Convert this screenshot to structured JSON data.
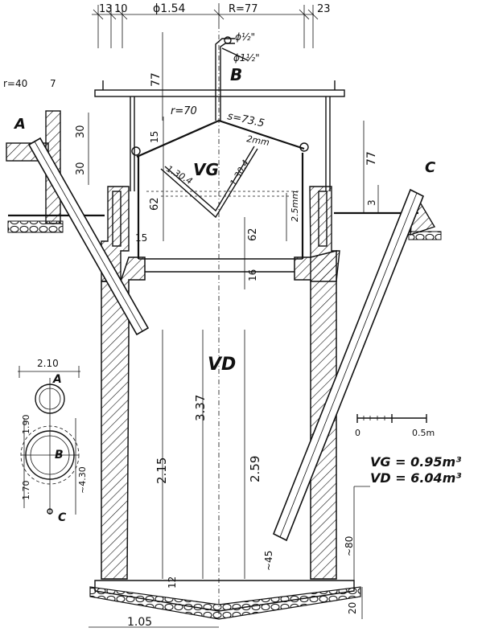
{
  "dimensions": {
    "top_13": "13",
    "top_10": "10",
    "diameter": "ϕ1.54",
    "radius": "R=77",
    "top_23": "23",
    "pipe_small": "ϕ½\"",
    "pipe_large": "ϕ1½\"",
    "r40": "r=40",
    "r7": "7",
    "d30a": "30",
    "d30b": "30",
    "d77_left": "77",
    "r70": "r=70",
    "s735": "s=73.5",
    "d15a": "15",
    "d2mm": "2mm",
    "d130_4a": "1.30.4",
    "d130_4b": "1.30.4",
    "d62a": "62",
    "d25mm": "2.5mm",
    "d15b": "15",
    "d62b": "62",
    "d16": "16",
    "d77_right": "77",
    "d3": "3",
    "d337": "3.37",
    "d215": "2.15",
    "d259": "2.59",
    "d12": "12",
    "d45": "~45",
    "d80": "~80",
    "d105": "1.05",
    "d20": "20"
  },
  "labels": {
    "A": "A",
    "B": "B",
    "C": "C",
    "VG": "VG",
    "VD": "VD"
  },
  "plan": {
    "width": "2.10",
    "label_A": "A",
    "label_B": "B",
    "label_C": "C",
    "d190": "1.90",
    "d170": "1.70",
    "d430": "~4.30"
  },
  "scale": {
    "zero": "0",
    "end": "0.5m"
  },
  "volumes": {
    "vg": "VG = 0.95m³",
    "vd": "VD = 6.04m³"
  }
}
